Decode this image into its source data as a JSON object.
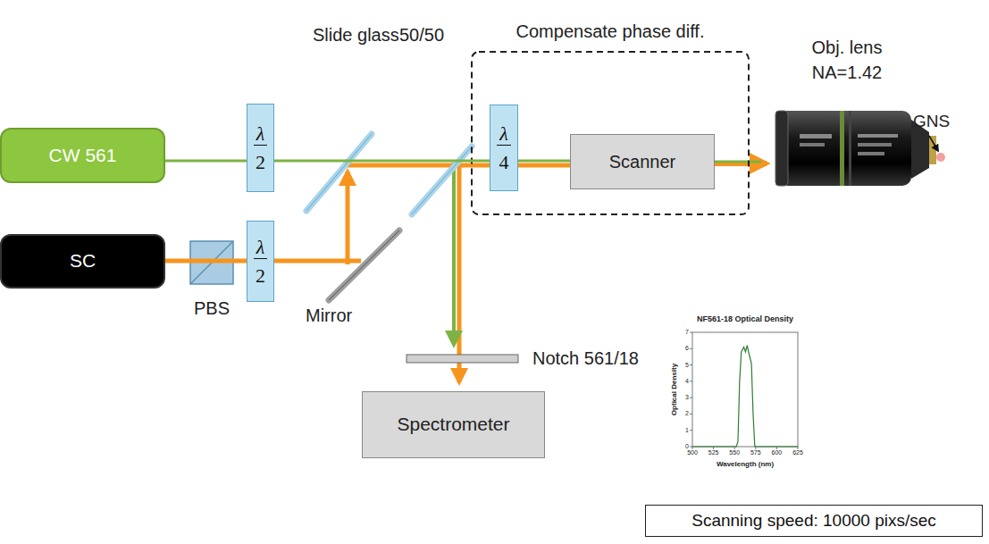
{
  "diagram": {
    "nodes": [
      {
        "text": [
          "CW 561"
        ]
      },
      {
        "text": [
          "λ",
          "2"
        ]
      },
      {
        "text": [
          "Compensate phase diff."
        ]
      },
      {
        "text": [
          "λ",
          "4"
        ],
        "in": 2
      },
      {
        "text": [
          "Scanner"
        ],
        "in": 2
      },
      {
        "text": [
          "SC"
        ]
      },
      {
        "text": [
          "λ",
          "2"
        ]
      },
      {
        "text": [
          "Spectrometer"
        ]
      },
      {
        "text": [
          "Scanning speed: 10000 pixs/sec"
        ]
      }
    ],
    "edges": [
      {
        "from": 0,
        "to": 1,
        "arrow": "none"
      },
      {
        "from": 1,
        "to": 3,
        "arrow": "none"
      },
      {
        "from": 3,
        "to": 4,
        "arrow": "none"
      },
      {
        "from": 5,
        "to": 6,
        "arrow": "none"
      }
    ],
    "labels": [
      "Slide glass",
      "50/50",
      "PBS",
      "Mirror",
      "Notch 561/18",
      "Obj. lens",
      "NA=1.42",
      "GNS",
      "NF561-18 Optical Density",
      "Optical Density",
      "Wavelength (nm)",
      "0",
      "1",
      "2",
      "3",
      "4",
      "5",
      "6",
      "7",
      "500",
      "525",
      "550",
      "575",
      "600",
      "625"
    ]
  }
}
